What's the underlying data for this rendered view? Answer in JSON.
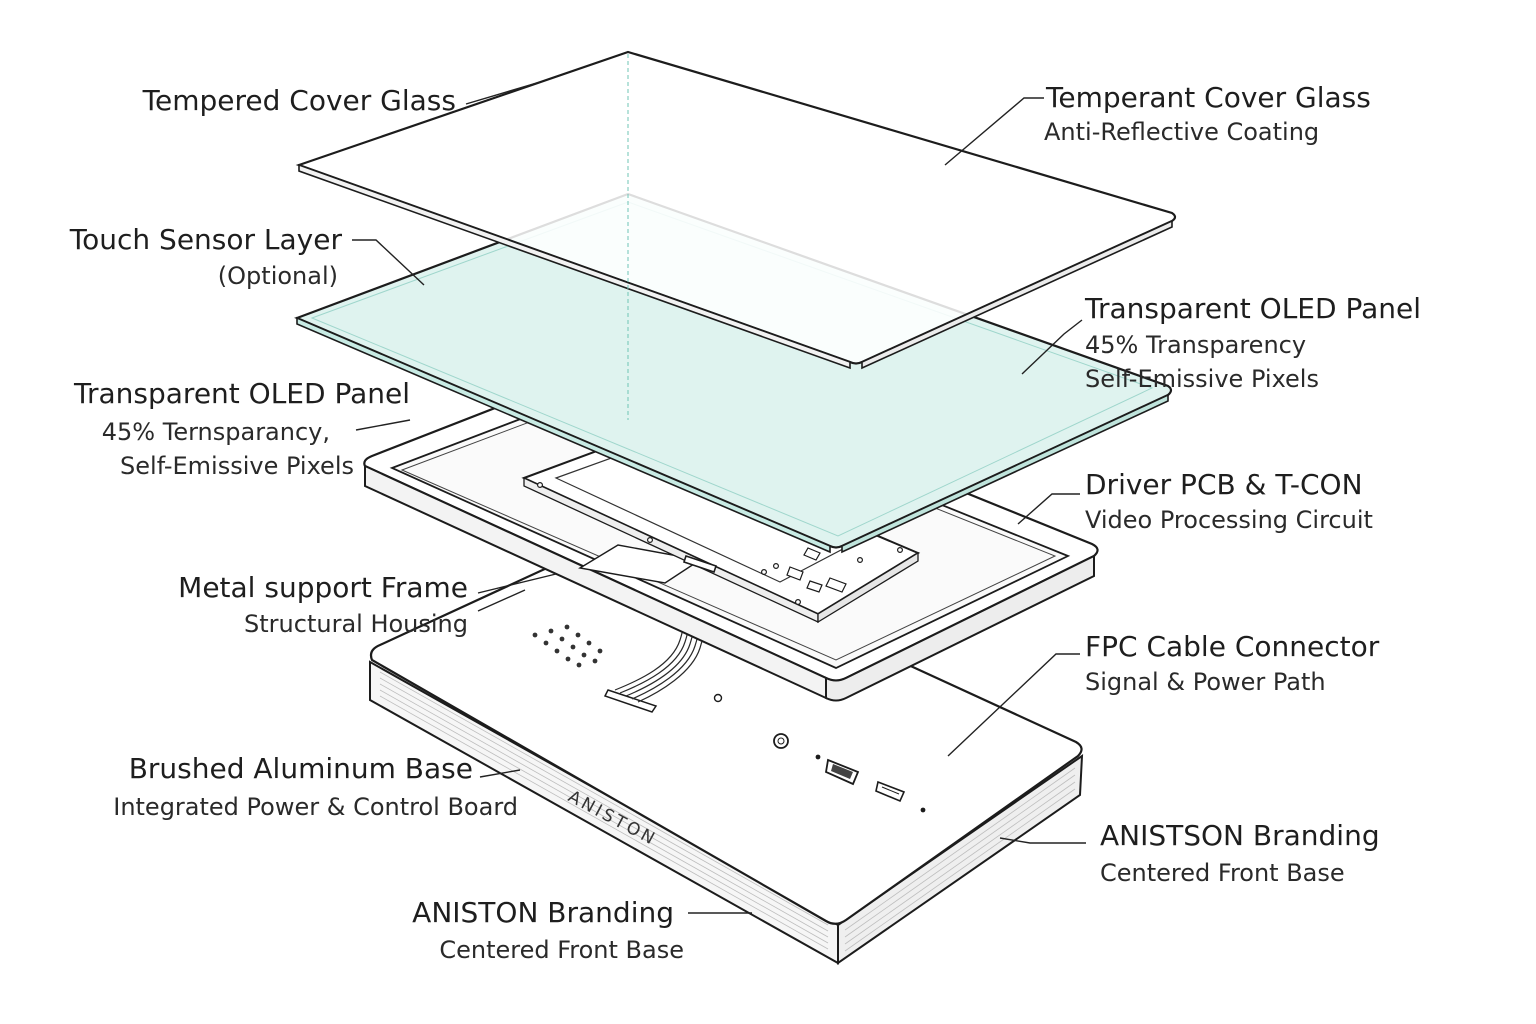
{
  "labels": {
    "tempered_glass_left": {
      "title": "Tempered Cover Glass"
    },
    "tempered_glass_right": {
      "title": "Temperant Cover Glass",
      "subtitle": "Anti-Reflective Coating"
    },
    "touch_sensor": {
      "title": "Touch Sensor Layer",
      "subtitle": "(Optional)"
    },
    "oled_left": {
      "title": "Transparent OLED Panel",
      "subtitle1": "45% Ternsparancy,",
      "subtitle2": "Self-Emissive Pixels"
    },
    "oled_right": {
      "title": "Transparent OLED Panel",
      "subtitle1": "45% Transparency",
      "subtitle2": "Self-Emissive Pixels"
    },
    "driver_pcb": {
      "title": "Driver PCB & T-CON",
      "subtitle": "Video Processing Circuit"
    },
    "metal_frame": {
      "title": "Metal support Frame",
      "subtitle": "Structural Housing"
    },
    "fpc_cable": {
      "title": "FPC Cable Connector",
      "subtitle": "Signal & Power Path"
    },
    "aluminum_base": {
      "title": "Brushed Aluminum Base",
      "subtitle": "Integrated Power & Control Board"
    },
    "branding_right": {
      "title": "ANISTSON Branding",
      "subtitle": "Centered Front Base"
    },
    "branding_bottom": {
      "title": "ANISTON Branding",
      "subtitle": "Centered Front Base"
    }
  },
  "base_brand": "ANISTON",
  "colors": {
    "line": "#1c1c1c",
    "oled_tint": "#dff3ef",
    "oled_edge": "#9fd6cc",
    "glass": "#ffffff"
  }
}
